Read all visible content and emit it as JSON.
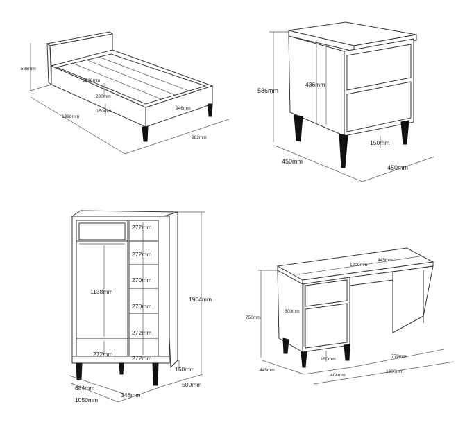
{
  "bed": {
    "height": "588mm",
    "inner_length": "1928mm",
    "inner_width": "200mm",
    "leg_height": "150mm",
    "length": "1998mm",
    "slat_width": "946mm",
    "width": "982mm"
  },
  "nightstand": {
    "height": "586mm",
    "drawer_height": "436mm",
    "leg_height": "150mm",
    "depth": "450mm",
    "width": "450mm"
  },
  "wardrobe": {
    "shelf_1": "272mm",
    "shelf_2": "272mm",
    "shelf_3": "270mm",
    "shelf_4": "270mm",
    "shelf_5": "272mm",
    "shelf_6": "272mm",
    "hanging_height": "1138mm",
    "bottom_shelf": "272mm",
    "height": "1904mm",
    "leg_height": "150mm",
    "depth": "500mm",
    "inner_width": "684mm",
    "right_width": "348mm",
    "width": "1050mm"
  },
  "desk": {
    "length_top": "1200mm",
    "depth_top": "445mm",
    "drawer_height": "600mm",
    "height": "750mm",
    "depth": "445mm",
    "leg_height": "150mm",
    "cabinet_width": "404mm",
    "opening_width": "778mm",
    "width": "1200mm"
  }
}
